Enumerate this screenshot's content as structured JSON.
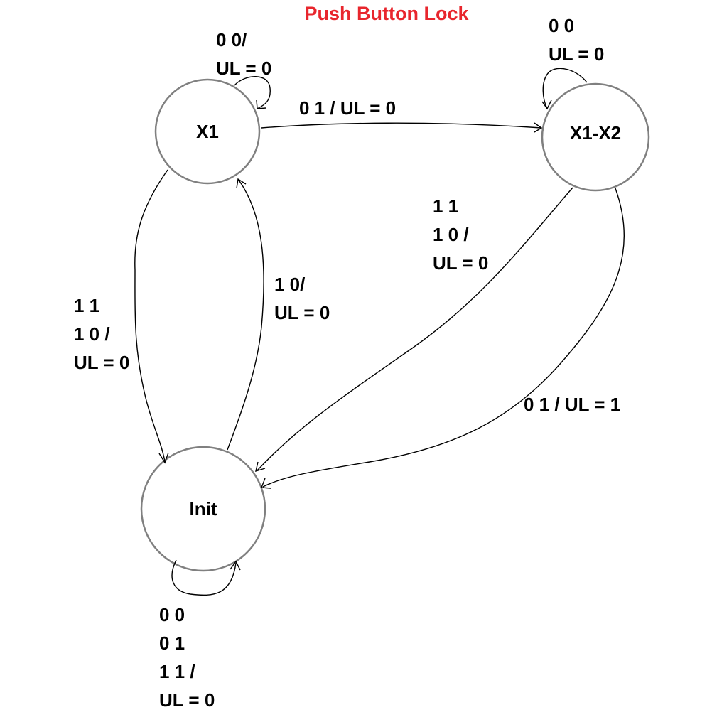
{
  "title": "Push Button Lock",
  "title_color": "#e8262d",
  "states": {
    "x1": "X1",
    "x1x2": "X1-X2",
    "init": "Init"
  },
  "transitions": {
    "x1_self": [
      "0 0/",
      "UL = 0"
    ],
    "x1_to_x1x2": [
      "0 1 / UL = 0"
    ],
    "x1x2_self": [
      "0 0",
      "UL = 0"
    ],
    "x1x2_to_init_a": [
      "1 1",
      "1 0 /",
      "UL = 0"
    ],
    "x1x2_to_init_b": [
      "0 1 / UL = 1"
    ],
    "x1_to_init": [
      "1 1",
      "1 0 /",
      "UL = 0"
    ],
    "init_to_x1": [
      "1 0/",
      "UL = 0"
    ],
    "init_self": [
      "0 0",
      "0 1",
      "1 1 /",
      "UL = 0"
    ]
  }
}
